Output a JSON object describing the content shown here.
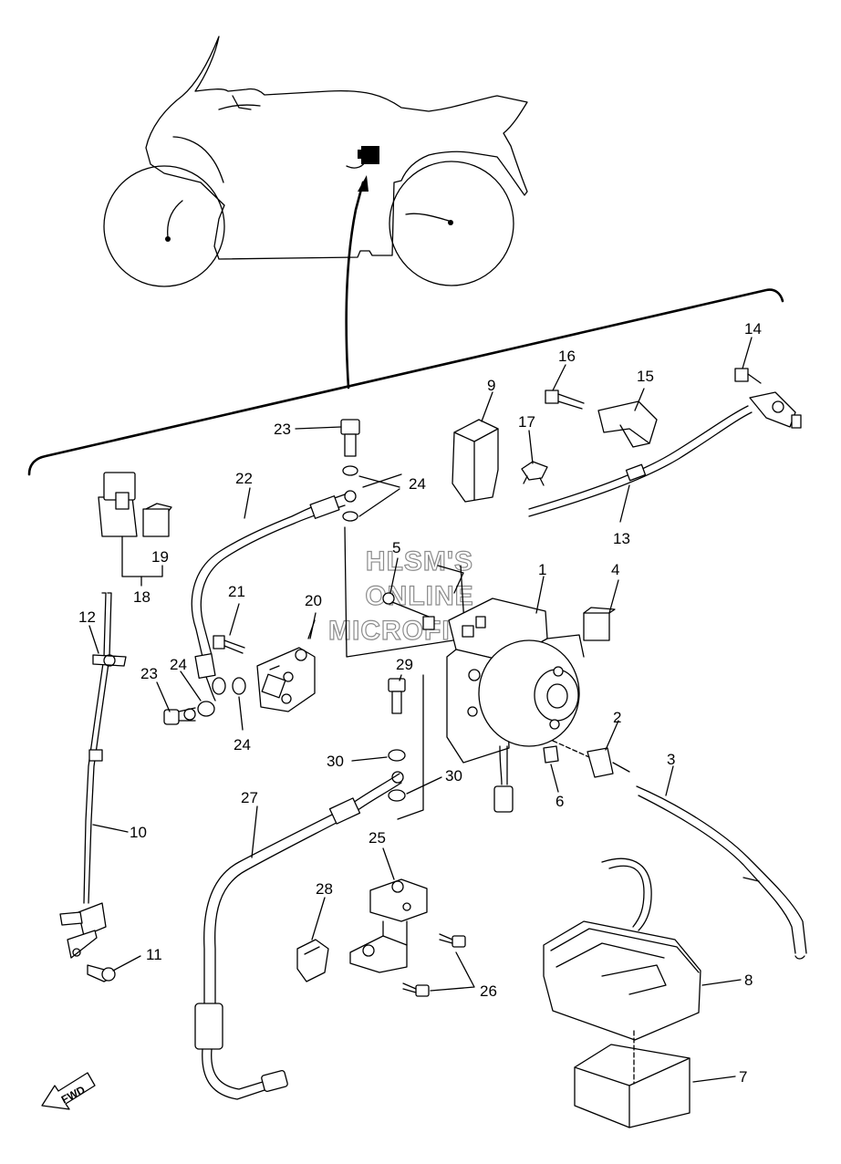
{
  "watermark": {
    "line1": "HLSM'S",
    "line2": "ONLINE",
    "line3": "MICROFICHE"
  },
  "direction_badge": "FWD",
  "callouts": [
    {
      "id": "c1",
      "label": "1"
    },
    {
      "id": "c2",
      "label": "2"
    },
    {
      "id": "c3",
      "label": "3"
    },
    {
      "id": "c4",
      "label": "4"
    },
    {
      "id": "c5",
      "label": "5"
    },
    {
      "id": "c6",
      "label": "6"
    },
    {
      "id": "c7",
      "label": "7"
    },
    {
      "id": "c8",
      "label": "8"
    },
    {
      "id": "c9",
      "label": "9"
    },
    {
      "id": "c10",
      "label": "10"
    },
    {
      "id": "c11",
      "label": "11"
    },
    {
      "id": "c12",
      "label": "12"
    },
    {
      "id": "c13",
      "label": "13"
    },
    {
      "id": "c14",
      "label": "14"
    },
    {
      "id": "c15",
      "label": "15"
    },
    {
      "id": "c16",
      "label": "16"
    },
    {
      "id": "c17",
      "label": "17"
    },
    {
      "id": "c18",
      "label": "18"
    },
    {
      "id": "c19",
      "label": "19"
    },
    {
      "id": "c20",
      "label": "20"
    },
    {
      "id": "c21",
      "label": "21"
    },
    {
      "id": "c22",
      "label": "22"
    },
    {
      "id": "c23a",
      "label": "23"
    },
    {
      "id": "c23b",
      "label": "23"
    },
    {
      "id": "c24a",
      "label": "24"
    },
    {
      "id": "c24b",
      "label": "24"
    },
    {
      "id": "c24c",
      "label": "24"
    },
    {
      "id": "c25",
      "label": "25"
    },
    {
      "id": "c26",
      "label": "26"
    },
    {
      "id": "c27",
      "label": "27"
    },
    {
      "id": "c28",
      "label": "28"
    },
    {
      "id": "c29",
      "label": "29"
    },
    {
      "id": "c30a",
      "label": "30"
    },
    {
      "id": "c30b",
      "label": "30"
    }
  ]
}
